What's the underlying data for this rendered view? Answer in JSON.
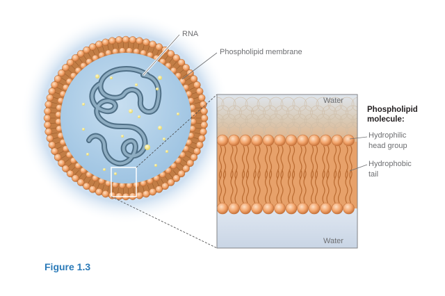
{
  "labels": {
    "rna": "RNA",
    "membrane": "Phospholipid membrane",
    "water_top": "Water",
    "water_bottom": "Water",
    "molecule_title_line1": "Phospholipid",
    "molecule_title_line2": "molecule:",
    "head_line1": "Hydrophilic",
    "head_line2": "head group",
    "tail_line1": "Hydrophobic",
    "tail_line2": "tail"
  },
  "caption": "Figure 1.3",
  "colors": {
    "membrane": "#c8834a",
    "head_orange": "#f2a46b",
    "tail_orange": "#e08e52",
    "interior_blue": "#a9cbe6",
    "rna_blue": "#6e8fa6",
    "yellow_dots": "#f3e67a",
    "caption_blue": "#2a7ab8"
  }
}
